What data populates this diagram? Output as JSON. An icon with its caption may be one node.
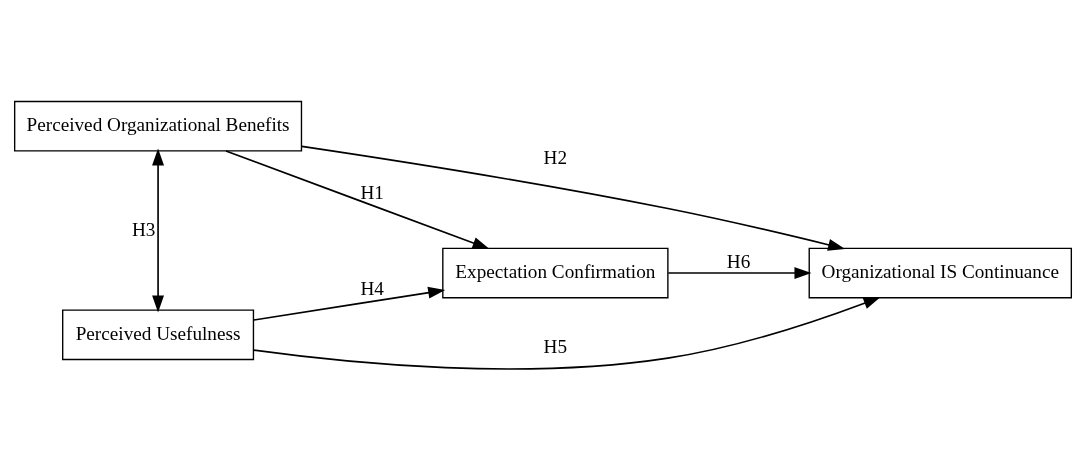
{
  "diagram": {
    "nodes": [
      {
        "text": [
          "Perceived Organizational Benefits"
        ]
      },
      {
        "text": [
          "Perceived Usefulness"
        ]
      },
      {
        "text": [
          "Expectation Confirmation"
        ]
      },
      {
        "text": [
          "Organizational IS Continuance"
        ]
      }
    ],
    "edges": [
      {
        "from": 0,
        "to": 2,
        "arrow": "to",
        "label": "H1"
      },
      {
        "from": 0,
        "to": 3,
        "arrow": "to",
        "label": "H2"
      },
      {
        "from": 0,
        "to": 1,
        "arrow": "both",
        "label": "H3"
      },
      {
        "from": 1,
        "to": 2,
        "arrow": "to",
        "label": "H4"
      },
      {
        "from": 1,
        "to": 3,
        "arrow": "to",
        "label": "H5"
      },
      {
        "from": 2,
        "to": 3,
        "arrow": "to",
        "label": "H6"
      }
    ]
  }
}
